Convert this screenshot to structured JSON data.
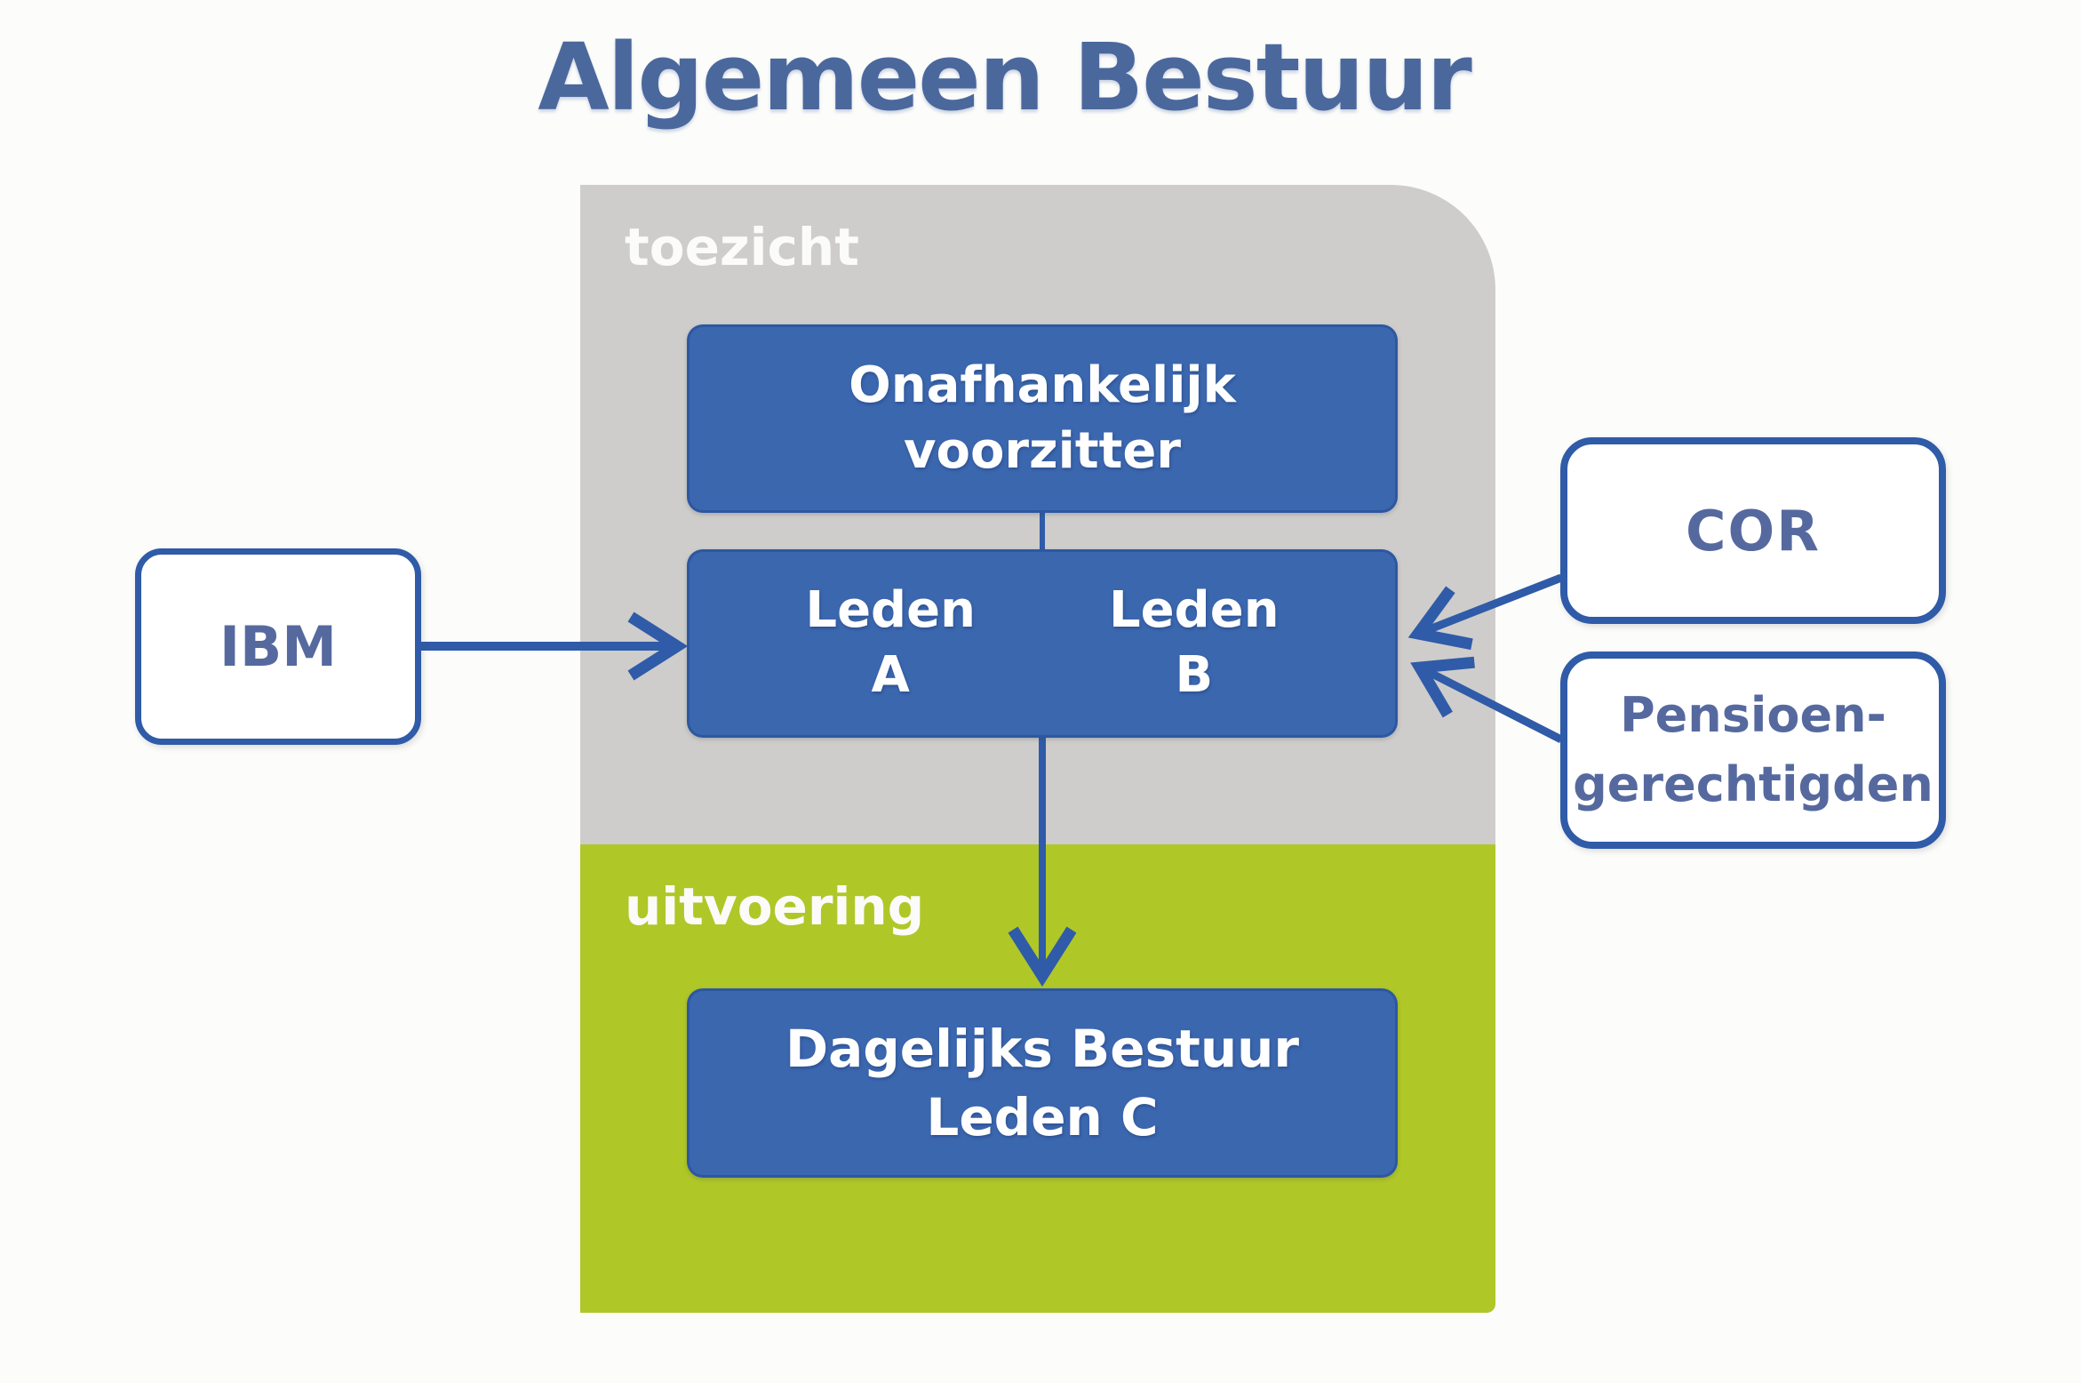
{
  "colors": {
    "accent_blue": "#3b67af",
    "border_blue": "#2f5ba8",
    "slate_text": "#56699f",
    "title_text": "#4b689d",
    "zone_gray": "#cecdcb",
    "zone_green": "#b0c728",
    "white_text": "#fbfbf9"
  },
  "header": {
    "title": "Algemeen Bestuur"
  },
  "zones": {
    "toezicht": {
      "label": "toezicht"
    },
    "uitvoering": {
      "label": "uitvoering"
    }
  },
  "nodes": {
    "chairman": {
      "lines": [
        "Onafhankelijk",
        "voorzitter"
      ]
    },
    "members_a": {
      "lines": [
        "Leden",
        "A"
      ]
    },
    "members_b": {
      "lines": [
        "Leden",
        "B"
      ]
    },
    "daily_board": {
      "lines": [
        "Dagelijks Bestuur",
        "Leden C"
      ]
    }
  },
  "externals": {
    "ibm": {
      "label": "IBM"
    },
    "cor": {
      "label": "COR"
    },
    "pensioners": {
      "lines": [
        "Pensioen-",
        "gerechtigden"
      ]
    }
  }
}
